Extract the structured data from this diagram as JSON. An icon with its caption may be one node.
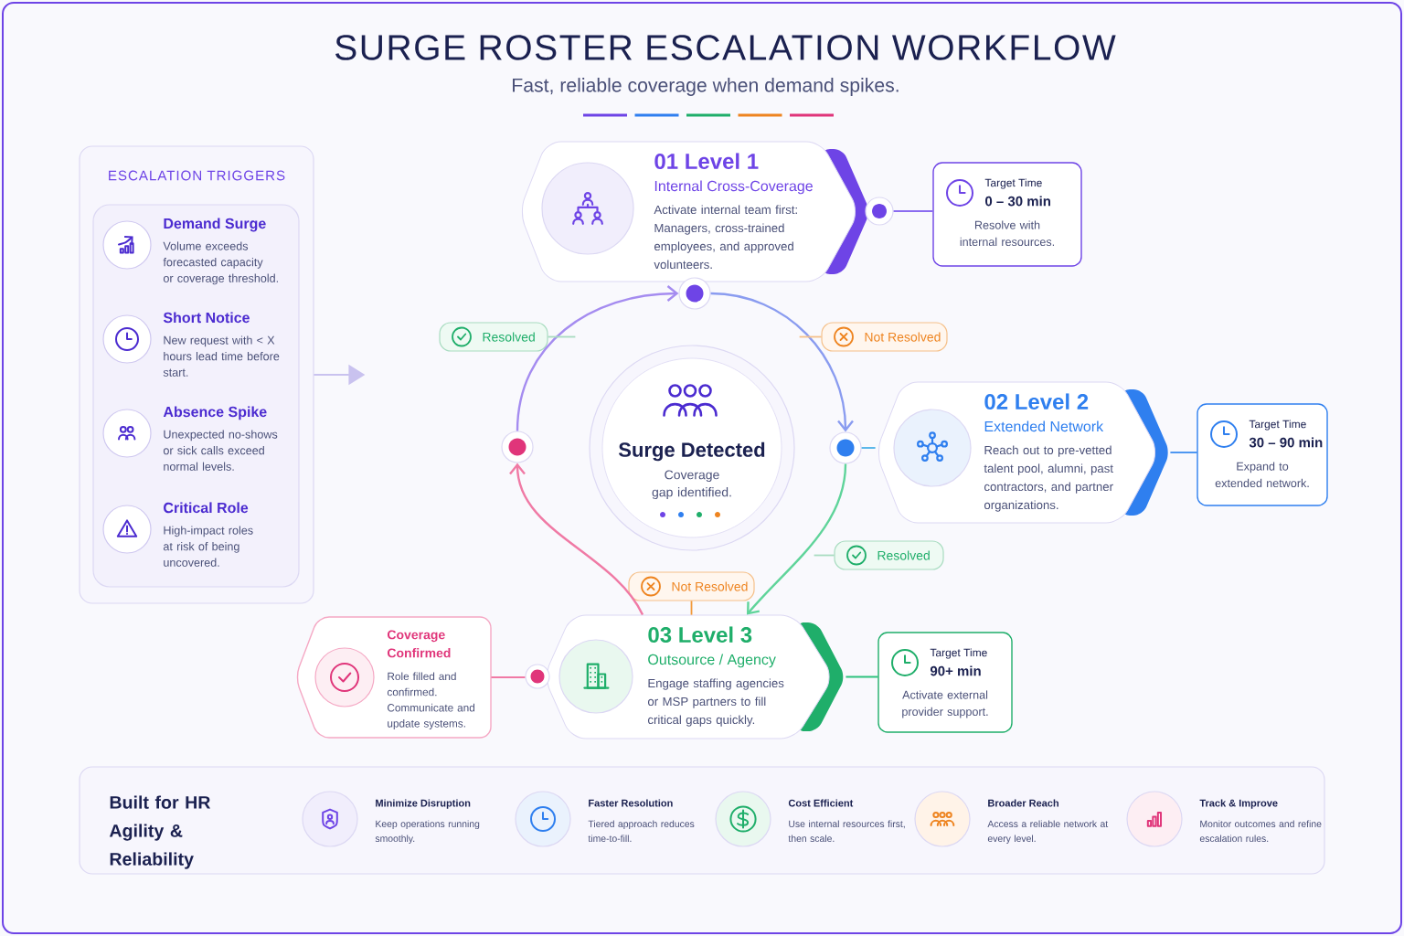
{
  "diagram": {
    "title": "SURGE ROSTER ESCALATION WORKFLOW",
    "nodes": [
      {
        "text": [
          "ESCALATION TRIGGERS"
        ]
      },
      {
        "text": [
          "Demand Surge",
          "Volume exceeds forecasted capacity or coverage threshold."
        ],
        "in": 0
      },
      {
        "text": [
          "Short Notice",
          "New request with < X hours lead time before start."
        ],
        "in": 0
      },
      {
        "text": [
          "Absence Spike",
          "Unexpected no-shows or sick calls exceed normal levels."
        ],
        "in": 0
      },
      {
        "text": [
          "Critical Role",
          "High-impact roles at risk of being uncovered."
        ],
        "in": 0
      },
      {
        "text": [
          "01 Level 1",
          "Internal Cross-Coverage",
          "Activate internal team first: Managers, cross-trained employees, and approved volunteers."
        ]
      },
      {
        "text": [
          "Target Time",
          "0 – 30 min",
          "Resolve with internal resources."
        ]
      },
      {
        "text": [
          "Resolved"
        ]
      },
      {
        "text": [
          "Not Resolved"
        ]
      },
      {
        "text": [
          "Surge Detected",
          "Coverage gap identified."
        ]
      },
      {
        "text": [
          "02 Level 2",
          "Extended Network",
          "Reach out to pre-vetted talent pool, alumni, past contractors, and partner organizations."
        ]
      },
      {
        "text": [
          "Target Time",
          "30 – 90 min",
          "Expand to extended network."
        ]
      },
      {
        "text": [
          "Resolved"
        ]
      },
      {
        "text": [
          "Not Resolved"
        ]
      },
      {
        "text": [
          "Coverage Confirmed",
          "Role filled and confirmed. Communicate and update systems."
        ]
      },
      {
        "text": [
          "03 Level 3",
          "Outsource / Agency",
          "Engage staffing agencies or MSP partners to fill critical gaps quickly."
        ]
      },
      {
        "text": [
          "Target Time",
          "90+ min",
          "Activate external provider support."
        ]
      },
      {
        "text": [
          "Built for HR Agility & Reliability",
          "Minimize Disruption",
          "Keep operations running smoothly.",
          "Faster Resolution",
          "Tiered approach reduces time-to-fill.",
          "Cost Efficient",
          "Use internal resources first, then scale.",
          "Broader Reach",
          "Access a reliable network at every level.",
          "Track & Improve",
          "Monitor outcomes and refine escalation rules."
        ]
      },
      {
        "text": [],
        "shape": "circle"
      },
      {
        "text": [],
        "shape": "circle"
      },
      {
        "text": [],
        "shape": "circle"
      },
      {
        "text": [],
        "shape": "circle"
      },
      {
        "text": [],
        "shape": "circle"
      }
    ],
    "edges": [
      {
        "from": 0,
        "to": null,
        "arrow": "to",
        "color": "#c9c2ef"
      },
      {
        "from": 20,
        "to": 19,
        "arrow": "to",
        "color": "#a58cf0"
      },
      {
        "from": 19,
        "to": 21,
        "arrow": "to",
        "color": "#8a9cf0"
      },
      {
        "from": 21,
        "to": 15,
        "arrow": "to",
        "color": "#5fd49a"
      },
      {
        "from": 15,
        "to": 20,
        "arrow": "to",
        "color": "#f07aa5"
      },
      {
        "from": 18,
        "to": 6,
        "arrow": "none",
        "color": "#8b6cf0"
      },
      {
        "from": 21,
        "to": 10,
        "arrow": "none",
        "color": "#4ab0e8"
      },
      {
        "from": 10,
        "to": 11,
        "arrow": "none",
        "color": "#3b8cf0"
      },
      {
        "from": 15,
        "to": 16,
        "arrow": "none",
        "color": "#2ec27e"
      },
      {
        "from": 14,
        "to": 22,
        "arrow": "none",
        "color": "#f07aa5"
      },
      {
        "from": 7,
        "to": null,
        "arrow": "none",
        "color": "#a8dcc0"
      },
      {
        "from": 8,
        "to": null,
        "arrow": "none",
        "color": "#f5c08a"
      },
      {
        "from": 12,
        "to": null,
        "arrow": "none",
        "color": "#a8dcc0"
      },
      {
        "from": 13,
        "to": 15,
        "arrow": "none",
        "color": "#f29a3c"
      }
    ],
    "labels": [
      "Fast, reliable coverage when demand spikes."
    ]
  }
}
